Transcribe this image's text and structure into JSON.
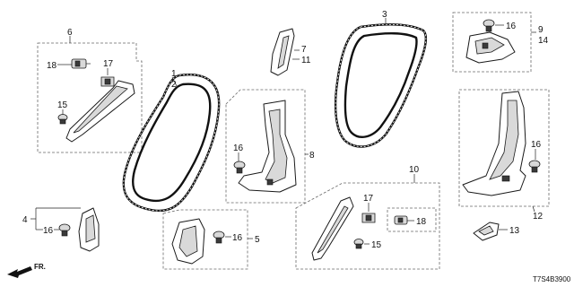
{
  "diagram_code": "T7S4B3900",
  "direction_label": "FR.",
  "callouts": {
    "c1": "1",
    "c2": "2",
    "c3": "3",
    "c4": "4",
    "c5": "5",
    "c6": "6",
    "c7": "7",
    "c8": "8",
    "c9": "9",
    "c10": "10",
    "c11": "11",
    "c12": "12",
    "c13": "13",
    "c14": "14",
    "c15a": "15",
    "c15b": "15",
    "c16a": "16",
    "c16b": "16",
    "c16c": "16",
    "c16d": "16",
    "c16e": "16",
    "c17a": "17",
    "c17b": "17",
    "c18a": "18",
    "c18b": "18"
  }
}
